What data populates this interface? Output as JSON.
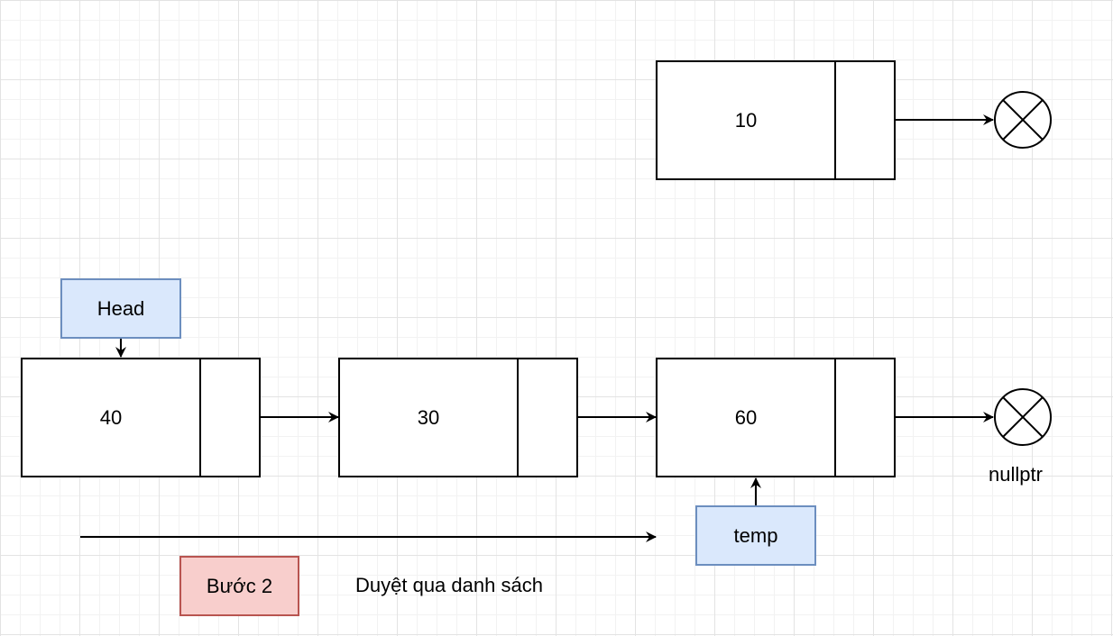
{
  "nodes": {
    "n40": "40",
    "n30": "30",
    "n60": "60",
    "n10": "10"
  },
  "labels": {
    "head": "Head",
    "temp": "temp",
    "step": "Bước 2",
    "description": "Duyệt qua danh sách",
    "nullptr": "nullptr"
  },
  "colors": {
    "pointer_fill": "#dae8fc",
    "pointer_stroke": "#6c8ebf",
    "step_fill": "#f8cecc",
    "step_stroke": "#b85450",
    "line": "#000000"
  }
}
